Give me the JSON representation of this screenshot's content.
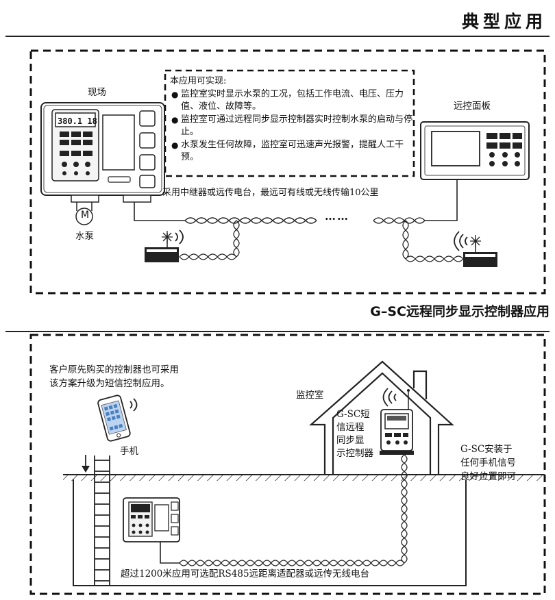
{
  "header": {
    "title": "典型应用"
  },
  "section1": {
    "box_intro": "本应用可实现:",
    "features": [
      "监控室实时显示水泵的工况，包括工作电流、电压、压力值、液位、故障等。",
      "监控室可通过远程同步显示控制器实时控制水泵的启动与停止。",
      "水泵发生任何故障，监控室可迅速声光报警，提醒人工干预。"
    ],
    "site_label": "现场",
    "pump_label": "水泵",
    "motor_symbol": "M",
    "remote_label": "远控面板",
    "transmission_text": "采用中继器或远传电台，最远可有线或无线传输10公里",
    "ellipsis": "……",
    "controller_screen": "380.1 18",
    "caption": "G–SC远程同步显示控制器应用"
  },
  "section2": {
    "customer_note_line1": "客户原先购买的控制器也可采用",
    "customer_note_line2": "该方案升级为短信控制应用。",
    "phone_label": "手机",
    "room_label": "监控室",
    "device_label_lines": [
      "G-SC短",
      "信远程",
      "同步显",
      "示控制器"
    ],
    "install_note_lines": [
      "G-SC安装于",
      "任何手机信号",
      "良好位置即可"
    ],
    "rs485_note": "超过1200米应用可选配RS485远距离适配器或远传无线电台"
  },
  "colors": {
    "line": "#222222",
    "dashed": "#111111",
    "screen": "#cfcfcf"
  }
}
